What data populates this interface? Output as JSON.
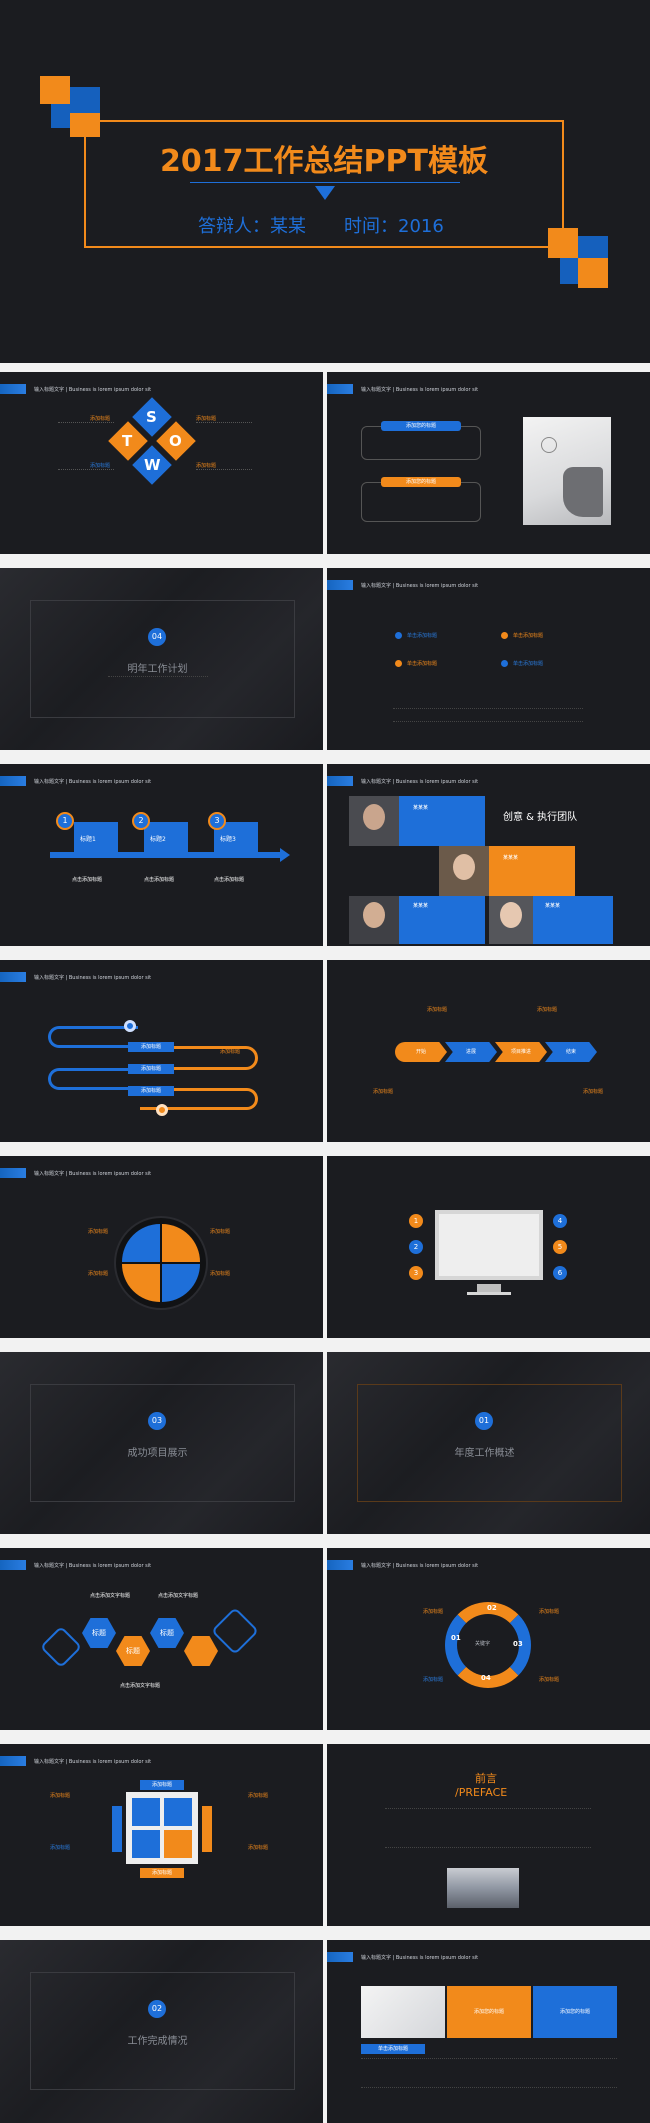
{
  "cover": {
    "title": "2017工作总结PPT模板",
    "presenter": "答辩人：某某",
    "time": "时间：2016"
  },
  "header_text": "输入标题文字 | Business is lorem ipsum dolor sit",
  "swot": {
    "letters": [
      "S",
      "W",
      "O",
      "T"
    ],
    "labels": [
      "添加标题",
      "添加标题",
      "添加标题",
      "添加标题"
    ]
  },
  "s2r": {
    "box1_title": "添加您的标题",
    "box2_title": "添加您的标题"
  },
  "section04": {
    "num": "04",
    "title": "明年工作计划"
  },
  "s3r": {
    "items": [
      "单击添加标题",
      "单击添加标题",
      "单击添加标题",
      "单击添加标题"
    ]
  },
  "steps": {
    "nums": [
      "1",
      "2",
      "3"
    ],
    "labels": [
      "标题1",
      "标题2",
      "标题3"
    ],
    "heads": [
      "点击添加标题",
      "点击添加标题",
      "点击添加标题"
    ]
  },
  "team": {
    "title": "创意 & 执行团队",
    "name": "某某某"
  },
  "flow": {
    "labels": [
      "添加标题",
      "添加标题",
      "添加标题",
      "添加标题"
    ]
  },
  "arrows": {
    "labels": [
      "开始",
      "进展",
      "项目推进",
      "结束"
    ],
    "heads": [
      "添加标题",
      "添加标题",
      "添加标题",
      "添加标题"
    ]
  },
  "wheel": {
    "labels": [
      "添加标题",
      "添加标题",
      "添加标题",
      "添加标题"
    ]
  },
  "monitor": {
    "nums": [
      "1",
      "2",
      "3",
      "4",
      "5",
      "6"
    ]
  },
  "section03": {
    "num": "03",
    "title": "成功项目展示"
  },
  "section01": {
    "num": "01",
    "title": "年度工作概述"
  },
  "hex": {
    "labels": [
      "标题",
      "标题",
      "标题"
    ],
    "heads": [
      "点击添加文字标题",
      "点击添加文字标题",
      "点击添加文字标题"
    ]
  },
  "cycle": {
    "nums": [
      "01",
      "02",
      "03",
      "04"
    ],
    "center": "关键字",
    "heads": [
      "添加标题",
      "添加标题",
      "添加标题",
      "添加标题"
    ]
  },
  "grid": {
    "top": "添加标题",
    "bottom": "添加标题",
    "heads": [
      "添加标题",
      "添加标题",
      "添加标题",
      "添加标题"
    ]
  },
  "preface": {
    "cn": "前言",
    "en": "/PREFACE"
  },
  "section02": {
    "num": "02",
    "title": "工作完成情况"
  },
  "last": {
    "b1": "添加您的标题",
    "b2": "添加您的标题",
    "b3": "单击添加标题"
  },
  "colors": {
    "blue": "#1e6fd9",
    "orange": "#f28a1b",
    "bg": "#1b1c20"
  }
}
